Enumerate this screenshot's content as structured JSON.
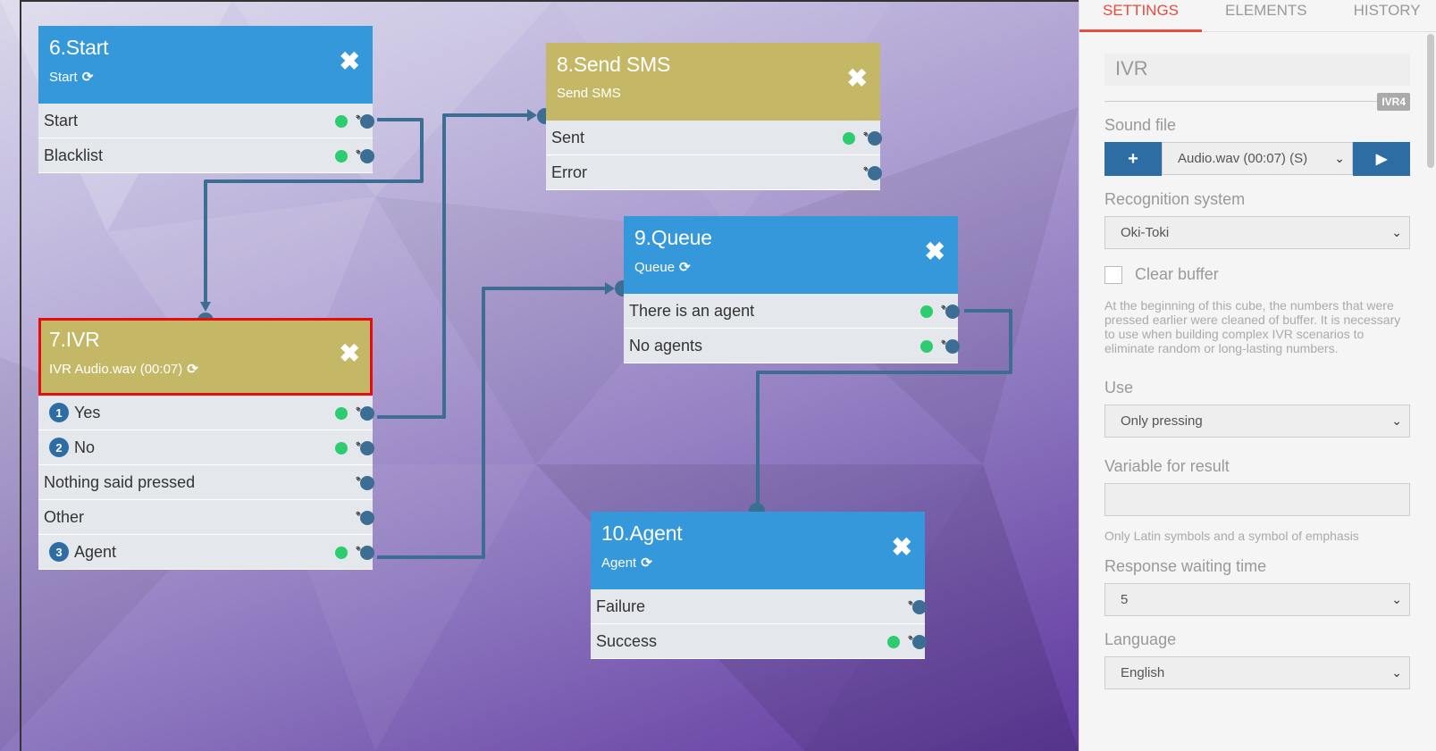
{
  "nodes": {
    "start": {
      "title": "6.Start",
      "subtitle": "Start",
      "rows": [
        "Start",
        "Blacklist"
      ]
    },
    "ivr": {
      "title": "7.IVR",
      "subtitle": "IVR Audio.wav (00:07)",
      "rows": [
        {
          "num": "1",
          "label": "Yes"
        },
        {
          "num": "2",
          "label": "No"
        },
        {
          "num": "",
          "label": "Nothing said pressed"
        },
        {
          "num": "",
          "label": "Other"
        },
        {
          "num": "3",
          "label": "Agent"
        }
      ]
    },
    "sms": {
      "title": "8.Send SMS",
      "subtitle": "Send SMS",
      "rows": [
        "Sent",
        "Error"
      ]
    },
    "queue": {
      "title": "9.Queue",
      "subtitle": "Queue",
      "rows": [
        "There is an agent",
        "No agents"
      ]
    },
    "agent": {
      "title": "10.Agent",
      "subtitle": "Agent",
      "rows": [
        "Failure",
        "Success"
      ]
    }
  },
  "panel": {
    "tabs": [
      "SETTINGS",
      "ELEMENTS",
      "HISTORY"
    ],
    "name_value": "IVR",
    "badge": "IVR4",
    "sound_label": "Sound file",
    "add_label": "+",
    "sound_value": "Audio.wav (00:07) (S)",
    "play_label": "▶",
    "recognition_label": "Recognition system",
    "recognition_value": "Oki-Toki",
    "clear_buffer_label": "Clear buffer",
    "clear_buffer_help": "At the beginning of this cube, the numbers that were pressed earlier were cleaned of buffer. It is necessary to use when building complex IVR scenarios to eliminate random or long-lasting numbers.",
    "use_label": "Use",
    "use_value": "Only pressing",
    "variable_label": "Variable for result",
    "variable_value": "",
    "variable_help": "Only Latin symbols and a symbol of emphasis",
    "wait_label": "Response waiting time",
    "wait_value": "5",
    "language_label": "Language",
    "language_value": "English"
  },
  "colors": {
    "node_blue": "#3498db",
    "node_olive": "#c4b867",
    "port": "#3c6e93",
    "ok_dot": "#2ecc71",
    "selected_border": "#e50d0d",
    "tab_active": "#e74c3c",
    "button_blue": "#2e6da4"
  }
}
